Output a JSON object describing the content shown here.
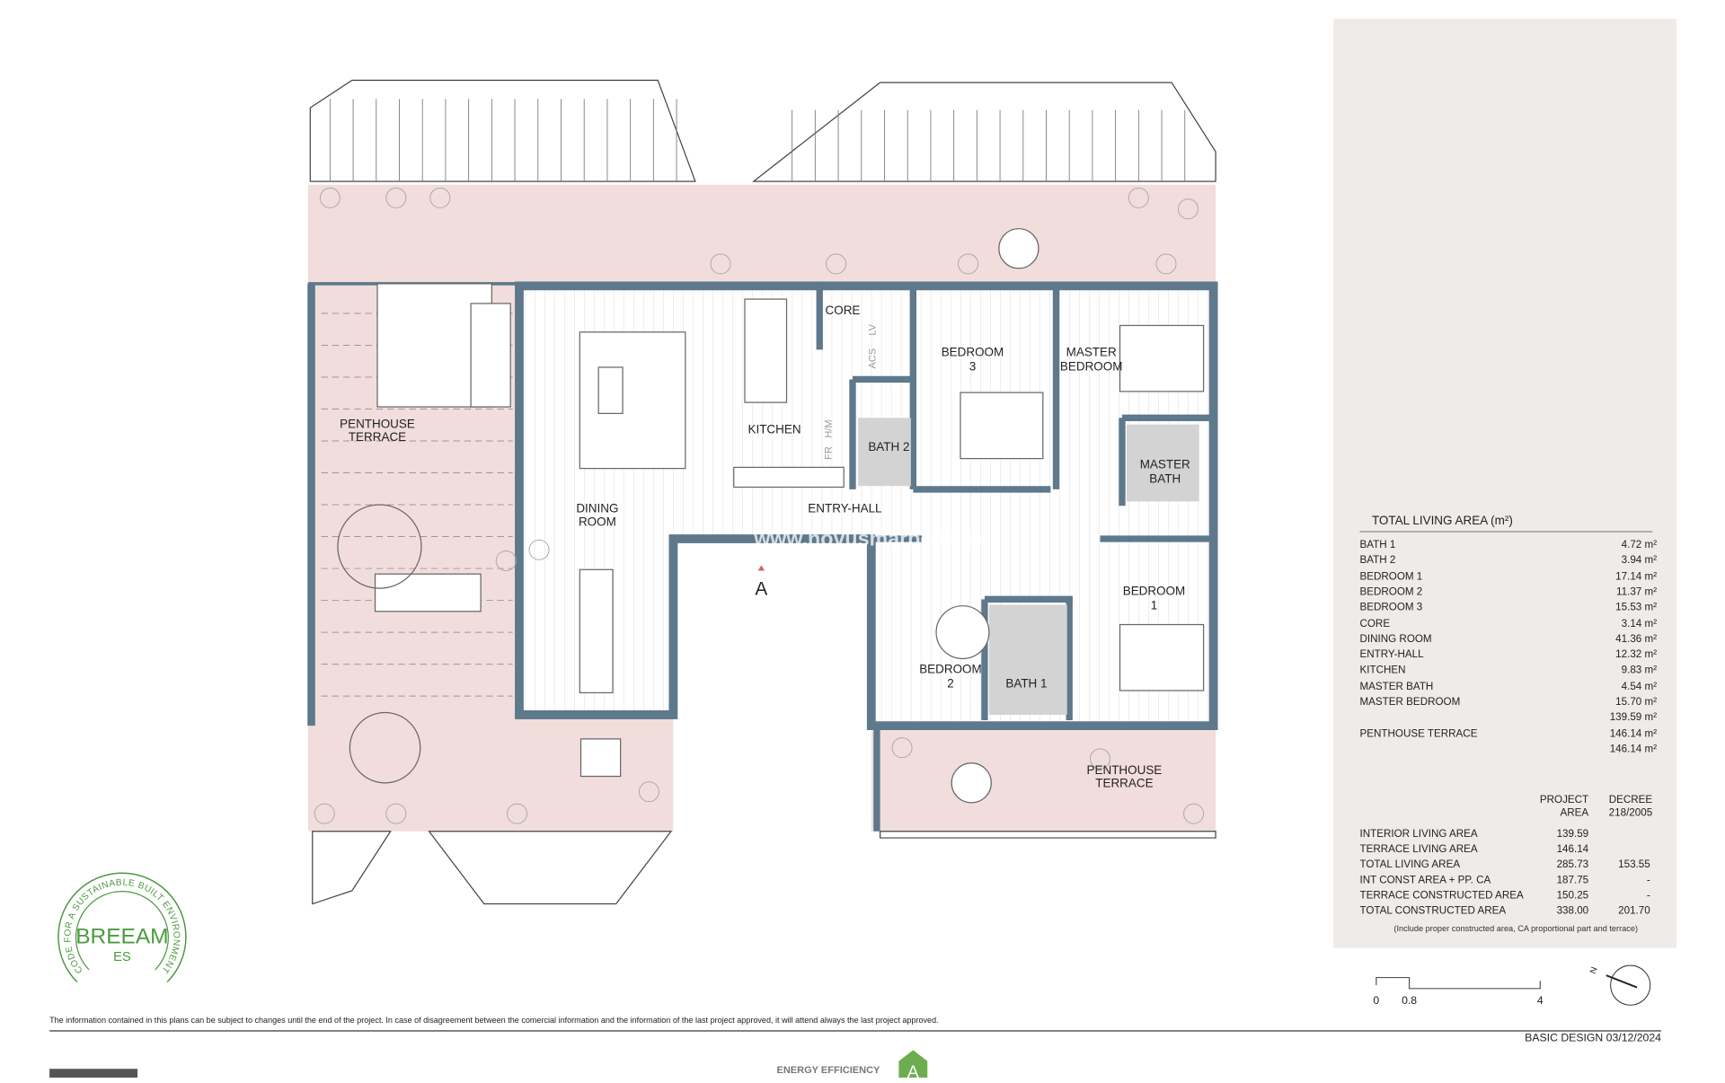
{
  "plan": {
    "rooms": {
      "penthouse_terrace_left": [
        "PENTHOUSE",
        "TERRACE"
      ],
      "dining_room": [
        "DINING",
        "ROOM"
      ],
      "kitchen": "KITCHEN",
      "core": "CORE",
      "bedroom3": [
        "BEDROOM",
        "3"
      ],
      "master_bedroom": [
        "MASTER",
        "BEDROOM"
      ],
      "bath2": "BATH 2",
      "master_bath": [
        "MASTER",
        "BATH"
      ],
      "entry_hall": "ENTRY-HALL",
      "bedroom1": [
        "BEDROOM",
        "1"
      ],
      "bedroom2": [
        "BEDROOM",
        "2"
      ],
      "bath1": "BATH 1",
      "penthouse_terrace_right": [
        "PENTHOUSE",
        "TERRACE"
      ]
    },
    "fixtures": {
      "acs": "ACS",
      "lv": "LV",
      "fr": "FR",
      "hm": "H/M"
    },
    "entrance_marker": "A",
    "watermark": "www.novusmarbella.es"
  },
  "panel": {
    "title": "TOTAL LIVING AREA (m²)",
    "areas": [
      {
        "room": "BATH 1",
        "value": "4.72 m²"
      },
      {
        "room": "BATH 2",
        "value": "3.94 m²"
      },
      {
        "room": "BEDROOM 1",
        "value": "17.14 m²"
      },
      {
        "room": "BEDROOM 2",
        "value": "11.37 m²"
      },
      {
        "room": "BEDROOM 3",
        "value": "15.53 m²"
      },
      {
        "room": "CORE",
        "value": "3.14 m²"
      },
      {
        "room": "DINING ROOM",
        "value": "41.36 m²"
      },
      {
        "room": "ENTRY-HALL",
        "value": "12.32 m²"
      },
      {
        "room": "KITCHEN",
        "value": "9.83 m²"
      },
      {
        "room": "MASTER BATH",
        "value": "4.54 m²"
      },
      {
        "room": "MASTER BEDROOM",
        "value": "15.70 m²"
      },
      {
        "room": "",
        "value": "139.59 m²"
      },
      {
        "room": "PENTHOUSE TERRACE",
        "value": "146.14 m²"
      },
      {
        "room": "",
        "value": "146.14 m²"
      }
    ],
    "summary_headers": {
      "project": [
        "PROJECT",
        "AREA"
      ],
      "decree": [
        "DECREE",
        "218/2005"
      ]
    },
    "summary": [
      {
        "label": "INTERIOR LIVING AREA",
        "project": "139.59",
        "decree": ""
      },
      {
        "label": "TERRACE LIVING AREA",
        "project": "146.14",
        "decree": ""
      },
      {
        "label": "TOTAL LIVING AREA",
        "project": "285.73",
        "decree": "153.55"
      },
      {
        "label": "INT CONST AREA + PP. CA",
        "project": "187.75",
        "decree": "-"
      },
      {
        "label": "TERRACE CONSTRUCTED AREA",
        "project": "150.25",
        "decree": "-"
      },
      {
        "label": "TOTAL CONSTRUCTED AREA",
        "project": "338.00",
        "decree": "201.70"
      }
    ],
    "note": "(Include proper constructed area, CA proportional part and terrace)"
  },
  "scale_bar": {
    "ticks": [
      "0",
      "0.8",
      "4"
    ]
  },
  "north_label": "N",
  "breeam": {
    "title": "BREEAM",
    "sub": "ES",
    "ring": "CODE FOR A SUSTAINABLE BUILT ENVIRONMENT",
    "color": "#4a9a3e"
  },
  "footer": {
    "disclaimer": "The information contained in this plans can be subject to changes until the end of the project. In case of disagreement between the comercial information and the information of the last project approved, it will attend always the last project approved.",
    "basic_design": "BASIC DESIGN 03/12/2024",
    "energy_label": "ENERGY EFFICIENCY",
    "energy_grade": "A",
    "energy_color": "#6cae4f"
  },
  "colors": {
    "wall": "#5e788c",
    "terrace": "#f1dddc",
    "panel": "#efebe8",
    "bath": "#d3d3d3",
    "highlight": "#c9676d"
  }
}
